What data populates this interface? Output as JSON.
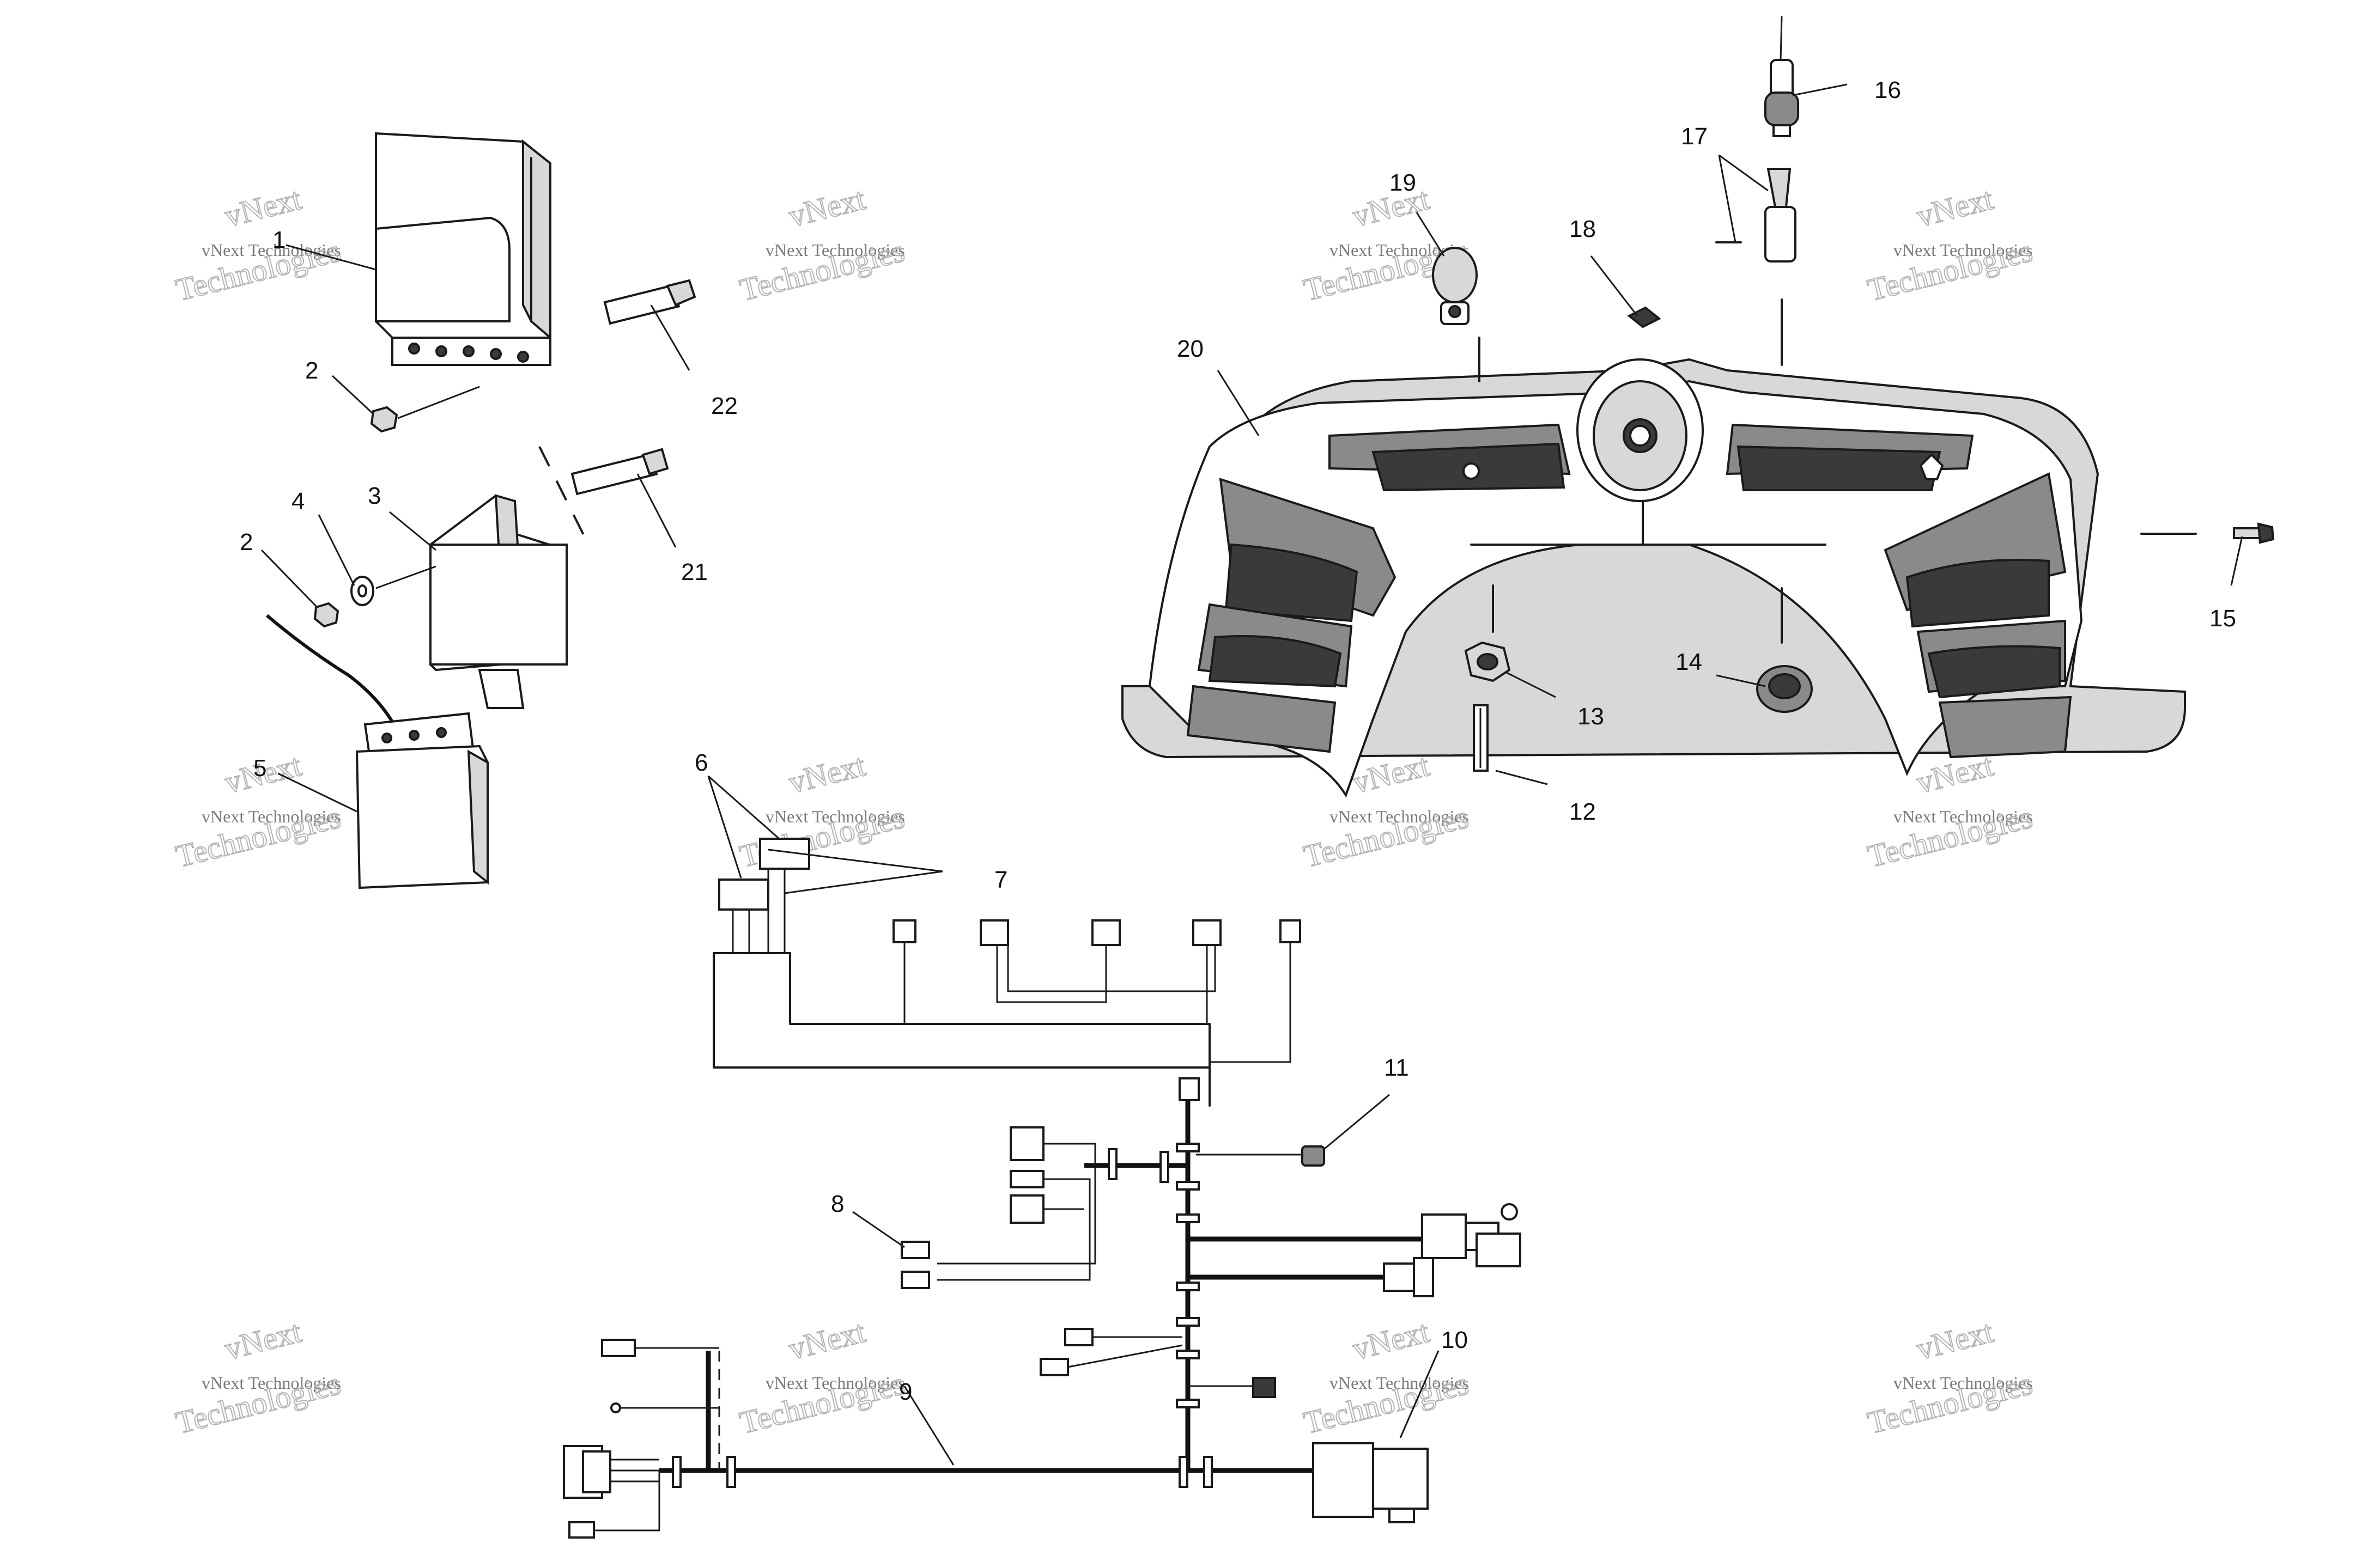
{
  "diagram": {
    "callouts": {
      "c1": "1",
      "c2a": "2",
      "c2b": "2",
      "c3": "3",
      "c4": "4",
      "c5": "5",
      "c6": "6",
      "c7": "7",
      "c8": "8",
      "c9": "9",
      "c10": "10",
      "c11": "11",
      "c12": "12",
      "c13": "13",
      "c14": "14",
      "c15": "15",
      "c16": "16",
      "c17": "17",
      "c18": "18",
      "c19": "19",
      "c20": "20",
      "c21": "21",
      "c22": "22"
    },
    "watermark": {
      "line_small": "vNext Technologies",
      "line_big_1": "vNext",
      "line_big_2": "Technologies"
    },
    "colors": {
      "ink": "#1a1a1a",
      "watermark": "#b5b5b5",
      "background": "#ffffff"
    }
  }
}
